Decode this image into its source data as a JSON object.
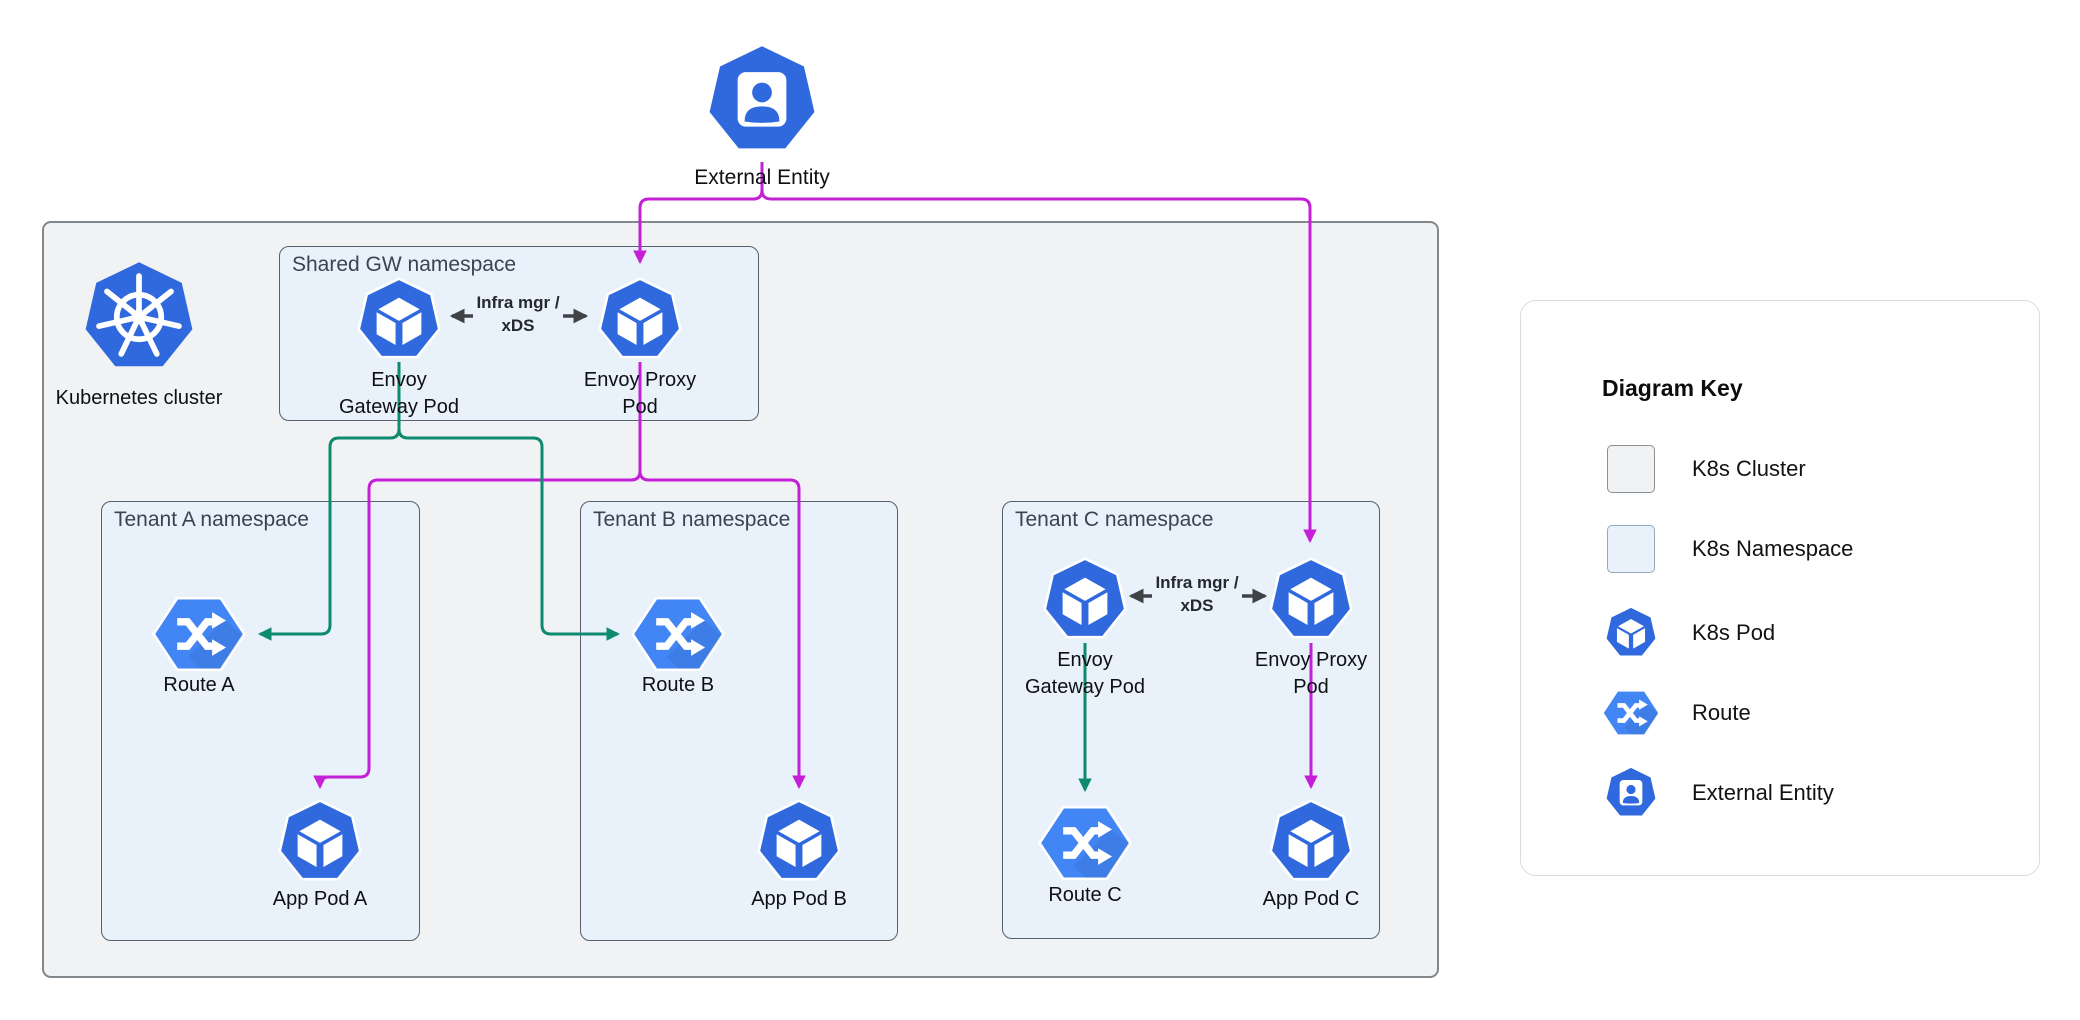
{
  "colors": {
    "magenta": "#c420d6",
    "green": "#0e8a70",
    "dark": "#3f4346",
    "podBlue": "#3069dd",
    "routeBlue": "#4285f4",
    "clusterFill": "#f0f2f4",
    "clusterBorder": "#82878c",
    "nsFill": "#e9f1fb",
    "nsBorder": "#55616c",
    "keyBorder": "#d8dce1",
    "titleColor": "#3a4450"
  },
  "diagram": {
    "external_entity": {
      "label": "External Entity",
      "icon": "external-entity-icon"
    },
    "cluster": {
      "label": "Kubernetes cluster",
      "icon": "kubernetes-wheel-icon"
    },
    "namespaces": {
      "shared": {
        "title": "Shared GW namespace",
        "gateway_pod": {
          "line1": "Envoy",
          "line2": "Gateway Pod",
          "icon": "k8s-pod-icon"
        },
        "proxy_pod": {
          "line1": "Envoy Proxy",
          "line2": "Pod",
          "icon": "k8s-pod-icon"
        },
        "infra": {
          "line1": "Infra mgr /",
          "line2": "xDS"
        }
      },
      "tenant_a": {
        "title": "Tenant A namespace",
        "route": {
          "label": "Route A",
          "icon": "route-icon"
        },
        "app_pod": {
          "label": "App Pod A",
          "icon": "k8s-pod-icon"
        }
      },
      "tenant_b": {
        "title": "Tenant B namespace",
        "route": {
          "label": "Route B",
          "icon": "route-icon"
        },
        "app_pod": {
          "label": "App Pod B",
          "icon": "k8s-pod-icon"
        }
      },
      "tenant_c": {
        "title": "Tenant C namespace",
        "gateway_pod": {
          "line1": "Envoy",
          "line2": "Gateway Pod",
          "icon": "k8s-pod-icon"
        },
        "proxy_pod": {
          "line1": "Envoy Proxy",
          "line2": "Pod",
          "icon": "k8s-pod-icon"
        },
        "infra": {
          "line1": "Infra mgr /",
          "line2": "xDS"
        },
        "route": {
          "label": "Route C",
          "icon": "route-icon"
        },
        "app_pod": {
          "label": "App Pod C",
          "icon": "k8s-pod-icon"
        }
      }
    }
  },
  "key": {
    "title": "Diagram Key",
    "items": [
      {
        "label": "K8s Cluster",
        "swatch": "cluster-swatch"
      },
      {
        "label": "K8s Namespace",
        "swatch": "namespace-swatch"
      },
      {
        "label": "K8s Pod",
        "icon": "k8s-pod-icon"
      },
      {
        "label": "Route",
        "icon": "route-icon"
      },
      {
        "label": "External Entity",
        "icon": "external-entity-icon"
      }
    ]
  }
}
